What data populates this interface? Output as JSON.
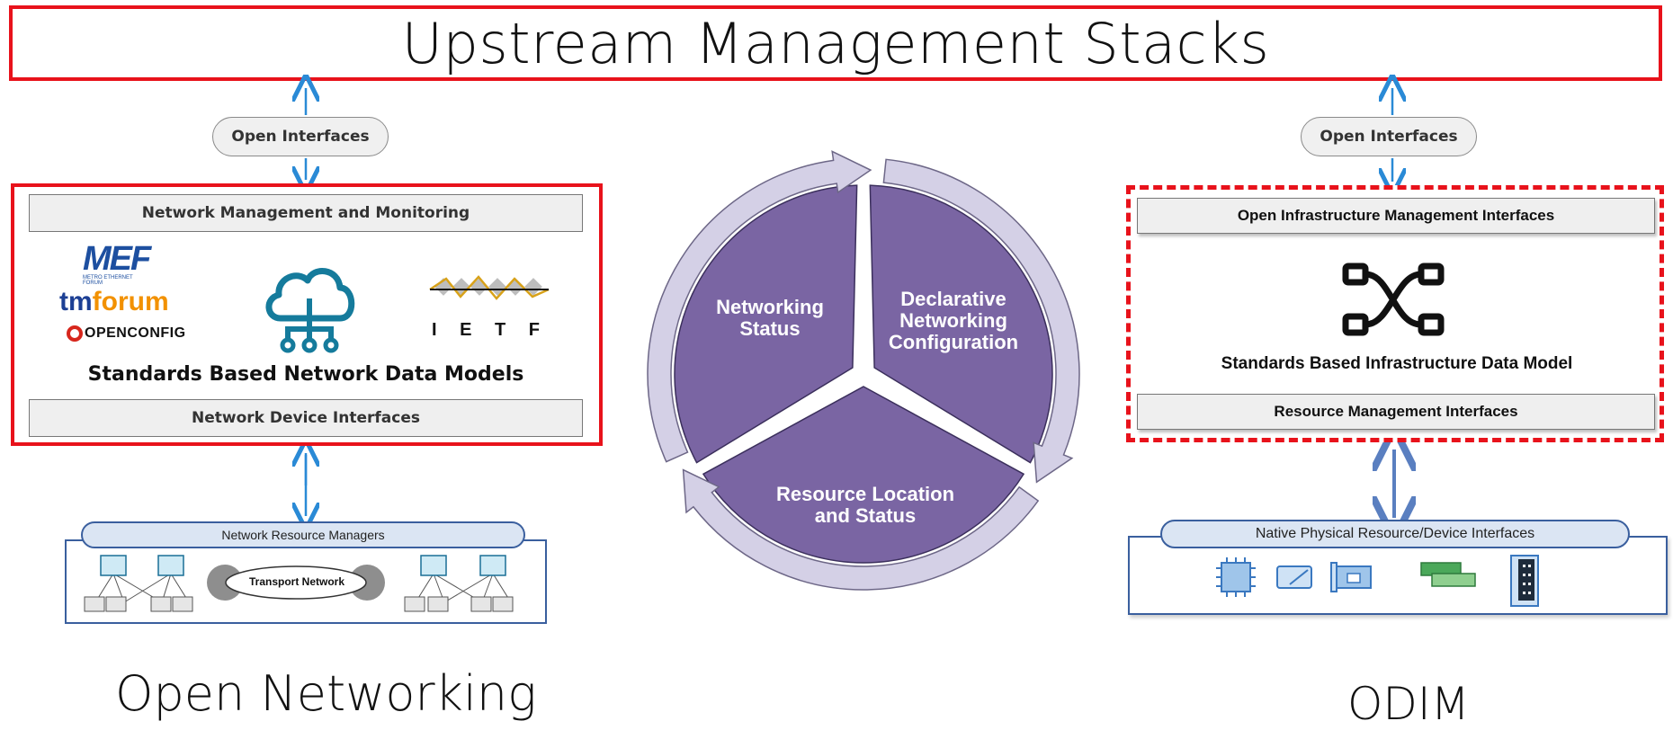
{
  "banner": {
    "title": "Upstream Management Stacks"
  },
  "left": {
    "open_interfaces": "Open Interfaces",
    "top_bar": "Network Management and Monitoring",
    "logos": {
      "mef": "MEF",
      "mef_sub": "METRO ETHERNET FORUM",
      "tmforum_a": "tm",
      "tmforum_b": "forum",
      "openconfig": "OPENCONFIG",
      "ietf": "I E T F"
    },
    "data_models": "Standards Based Network Data Models",
    "bottom_bar": "Network Device Interfaces",
    "resource_managers": "Network Resource Managers",
    "transport": "Transport Network",
    "footer": "Open Networking"
  },
  "center": {
    "segments": [
      {
        "line1": "Networking",
        "line2": "Status"
      },
      {
        "line1": "Declarative",
        "line2": "Networking",
        "line3": "Configuration"
      },
      {
        "line1": "Resource Location",
        "line2": "and Status"
      }
    ],
    "colors": {
      "fill": "#7a65a3",
      "arrow": "#d4d0e6"
    }
  },
  "right": {
    "open_interfaces": "Open Interfaces",
    "top_bar": "Open Infrastructure Management Interfaces",
    "data_model": "Standards Based Infrastructure Data Model",
    "bottom_bar": "Resource Management Interfaces",
    "native": "Native Physical Resource/Device Interfaces",
    "footer": "ODIM"
  },
  "colors": {
    "red": "#e8121b",
    "arrow_blue": "#2a8ad6",
    "mef_blue": "#1d4fa0",
    "tm_blue": "#1c3f94",
    "tm_orange": "#f29100",
    "cloud_teal": "#157b9c"
  }
}
